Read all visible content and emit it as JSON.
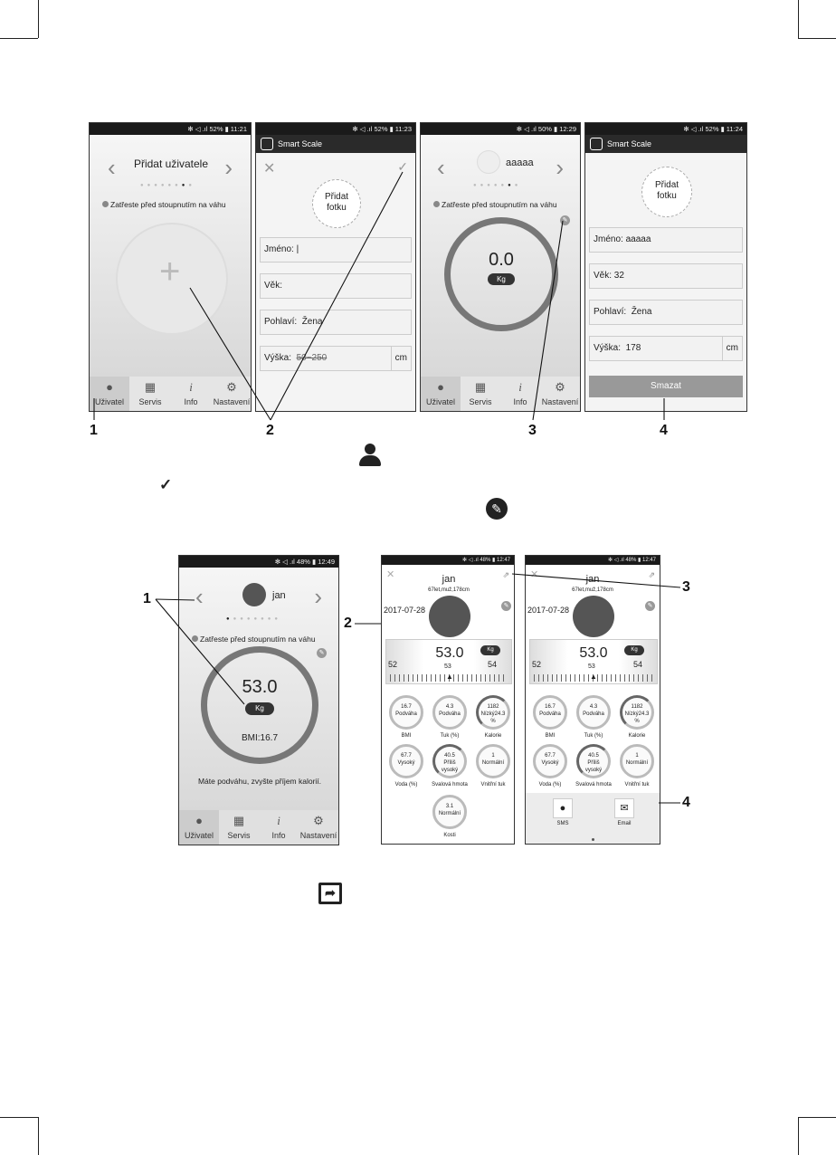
{
  "top": {
    "p1": {
      "status": "✻ ◁ .ıl 52% ▮ 11:21",
      "title": "Přidat uživatele",
      "warn": "Zatřeste před stoupnutím na váhu"
    },
    "p2": {
      "status": "✻ ◁ .ıl 52% ▮ 11:23",
      "app": "Smart Scale",
      "photo1": "Přidat",
      "photo2": "fotku",
      "name_label": "Jméno:",
      "age_label": "Věk:",
      "gender_label": "Pohlaví:",
      "gender_value": "Žena",
      "height_label": "Výška:",
      "height_placeholder": "50~250",
      "unit": "cm"
    },
    "p3": {
      "status": "✻ ◁ .ıl 50% ▮ 12:29",
      "user": "aaaaa",
      "warn": "Zatřeste před stoupnutím na váhu",
      "weight": "0.0",
      "unit": "Kg"
    },
    "p4": {
      "status": "✻ ◁ .ıl 52% ▮ 11:24",
      "app": "Smart Scale",
      "photo1": "Přidat",
      "photo2": "fotku",
      "name_label": "Jméno:",
      "name_value": "aaaaa",
      "age_label": "Věk:",
      "age_value": "32",
      "gender_label": "Pohlaví:",
      "gender_value": "Žena",
      "height_label": "Výška:",
      "height_value": "178",
      "unit": "cm",
      "delete": "Smazat"
    },
    "nav": [
      "Uživatel",
      "Servis",
      "Info",
      "Nastavení"
    ],
    "callouts": [
      "1",
      "2",
      "3",
      "4"
    ]
  },
  "check": "✓",
  "bottom": {
    "p5": {
      "status": "✻ ◁ .ıl 48% ▮ 12:49",
      "user": "jan",
      "warn": "Zatřeste před stoupnutím na váhu",
      "weight": "53.0",
      "unit": "Kg",
      "bmi": "BMI:16.7",
      "msg": "Máte podváhu, zvyšte příjem kalorií."
    },
    "p6": {
      "status": "✻ ◁ .ıl 48% ▮ 12:47",
      "user": "jan",
      "sub": "67let,muž,178cm",
      "date": "2017-07-28",
      "weight": "53.0",
      "unit": "Kg",
      "ticks": [
        "52",
        "53",
        "54"
      ],
      "metrics": [
        {
          "v": "16.7",
          "s": "Podváha",
          "l": "BMI"
        },
        {
          "v": "4.3",
          "s": "Podváha",
          "l": "Tuk (%)"
        },
        {
          "v": "1182",
          "s": "Nízký24.3 %",
          "l": "Kalorie"
        },
        {
          "v": "67.7",
          "s": "Vysoký",
          "l": "Voda (%)"
        },
        {
          "v": "40.5",
          "s": "Příliš vysoký",
          "l": "Svalová hmota"
        },
        {
          "v": "1",
          "s": "Normální",
          "l": "Vnitřní tuk"
        },
        {
          "v": "3.1",
          "s": "Normální",
          "l": "Kosti"
        }
      ]
    },
    "p7": {
      "sms": "SMS",
      "email": "Email"
    },
    "nav": [
      "Uživatel",
      "Servis",
      "Info",
      "Nastavení"
    ],
    "callouts": [
      "1",
      "2",
      "3",
      "4"
    ]
  }
}
